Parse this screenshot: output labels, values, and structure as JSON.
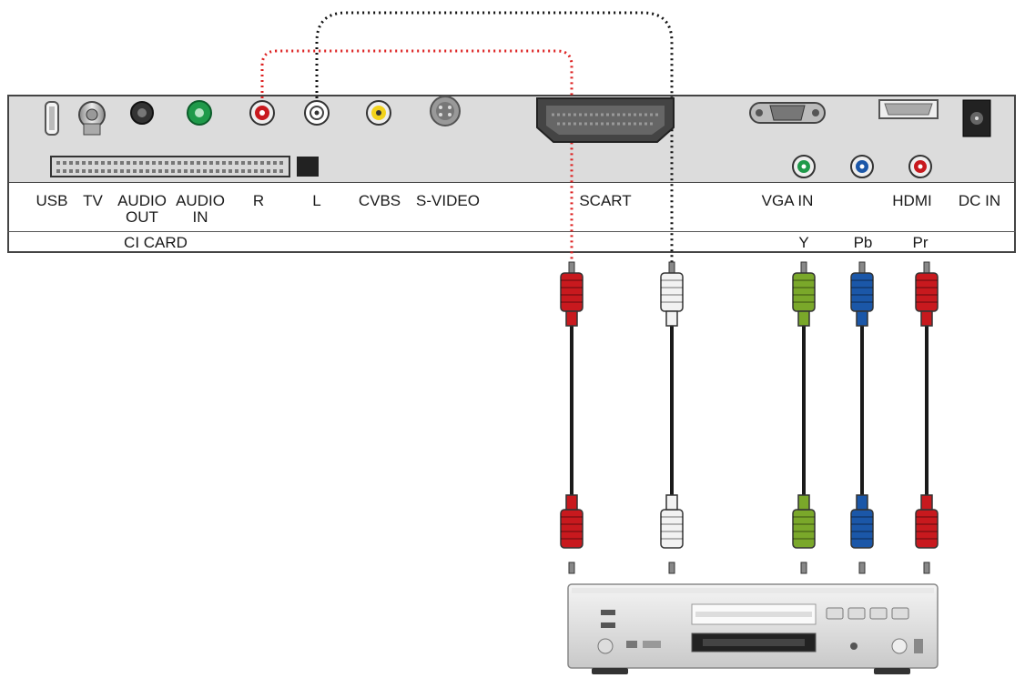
{
  "diagram": {
    "colors": {
      "red": "#c8191e",
      "white": "#f2f2f2",
      "green": "#7aa82a",
      "blue": "#1b57a8",
      "panel": "#dcdcdc",
      "cable": "#1a1a1a"
    },
    "port_labels": {
      "usb": "USB",
      "tv": "TV",
      "audio_out_1": "AUDIO",
      "audio_out_2": "OUT",
      "audio_in_1": "AUDIO",
      "audio_in_2": "IN",
      "r": "R",
      "l": "L",
      "cvbs": "CVBS",
      "svideo": "S-VIDEO",
      "scart": "SCART",
      "vga_in": "VGA IN",
      "hdmi": "HDMI",
      "dc_in": "DC IN",
      "ci_card": "CI CARD",
      "y": "Y",
      "pb": "Pb",
      "pr": "Pr"
    },
    "cables": [
      {
        "name": "audio-right",
        "color": "red"
      },
      {
        "name": "audio-left",
        "color": "white"
      },
      {
        "name": "component-y",
        "color": "green"
      },
      {
        "name": "component-pb",
        "color": "blue"
      },
      {
        "name": "component-pr",
        "color": "red"
      }
    ],
    "device": "dvd-player-icon"
  }
}
